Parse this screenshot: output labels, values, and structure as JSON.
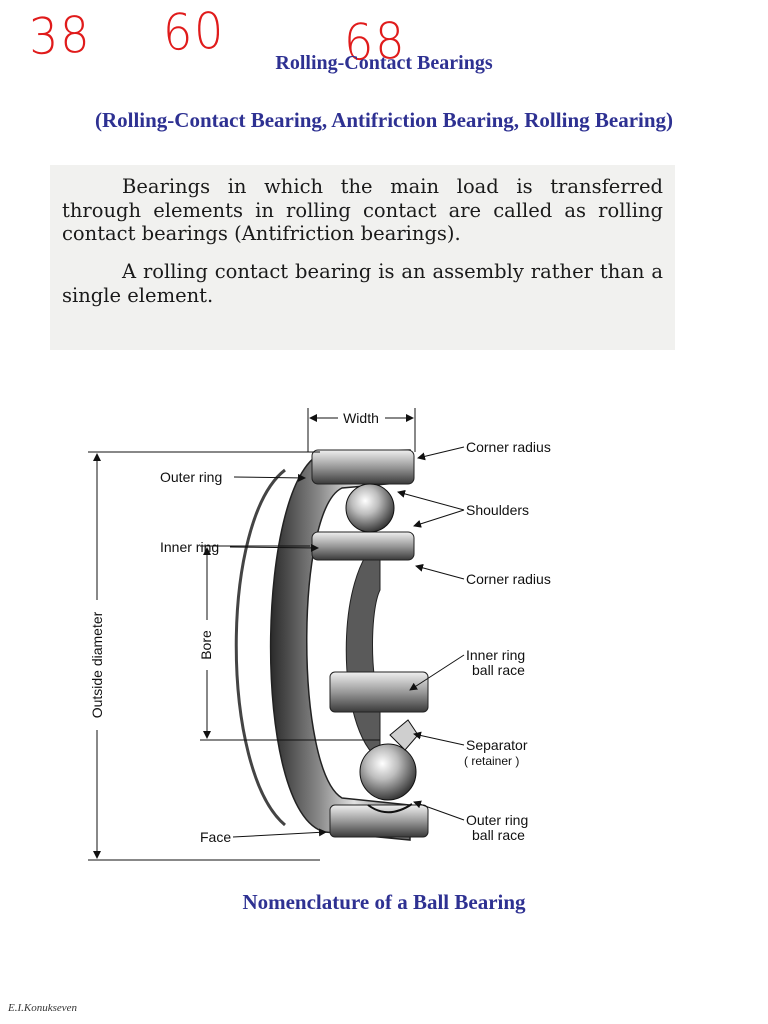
{
  "annotations": {
    "hw1": "38",
    "hw2": "60",
    "hw3": "68"
  },
  "header": {
    "title": "Rolling-Contact Bearings",
    "subtitle": "(Rolling-Contact Bearing, Antifriction Bearing, Rolling Bearing)"
  },
  "excerpt": {
    "para1": "Bearings in which the main load is transferred through elements in rolling contact are called as rolling contact bearings (Antifriction bearings).",
    "para2": "A rolling contact bearing is an assembly rather than a single element."
  },
  "figure": {
    "labels": {
      "width": "Width",
      "corner_radius_top": "Corner radius",
      "outer_ring": "Outer ring",
      "shoulders": "Shoulders",
      "inner_ring": "Inner ring",
      "corner_radius_mid": "Corner radius",
      "outside_diameter": "Outside diameter",
      "bore": "Bore",
      "inner_ring_ball_race_1": "Inner ring",
      "inner_ring_ball_race_2": "ball race",
      "separator_1": "Separator",
      "separator_2": "( retainer )",
      "face": "Face",
      "outer_ring_ball_race_1": "Outer ring",
      "outer_ring_ball_race_2": "ball race"
    },
    "caption": "Nomenclature of a Ball Bearing"
  },
  "footer": {
    "author": "E.I.Konukseven"
  },
  "colors": {
    "heading": "#2e3192",
    "annotation": "#e01b1b",
    "excerpt_bg": "#f1f1ef"
  }
}
